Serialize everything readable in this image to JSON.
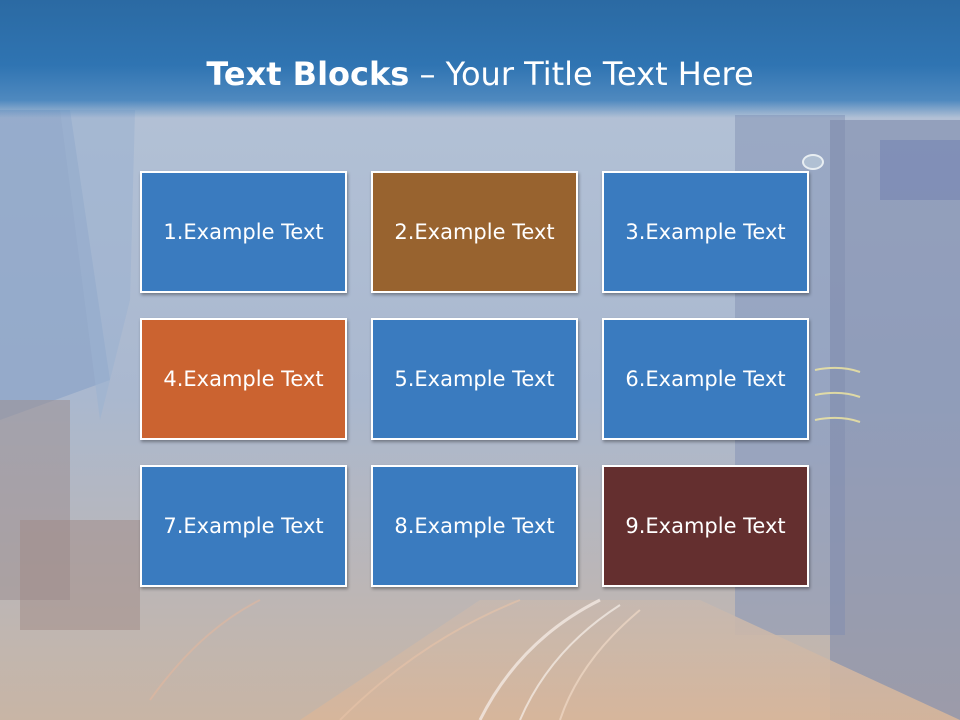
{
  "slide": {
    "title_bold": "Text Blocks",
    "title_dash": " – ",
    "title_rest": "Your Title Text Here"
  },
  "blocks": [
    {
      "label": "1.Example Text",
      "color": "#3a7bbf"
    },
    {
      "label": "2.Example Text",
      "color": "#98632f"
    },
    {
      "label": "3.Example Text",
      "color": "#3a7bbf"
    },
    {
      "label": "4.Example Text",
      "color": "#cb6330"
    },
    {
      "label": "5.Example Text",
      "color": "#3a7bbf"
    },
    {
      "label": "6.Example Text",
      "color": "#3a7bbf"
    },
    {
      "label": "7.Example Text",
      "color": "#3a7bbf"
    },
    {
      "label": "8.Example Text",
      "color": "#3a7bbf"
    },
    {
      "label": "9.Example Text",
      "color": "#642f2f"
    }
  ],
  "colors": {
    "header_blue": "#2f74b2",
    "text": "#ffffff"
  }
}
